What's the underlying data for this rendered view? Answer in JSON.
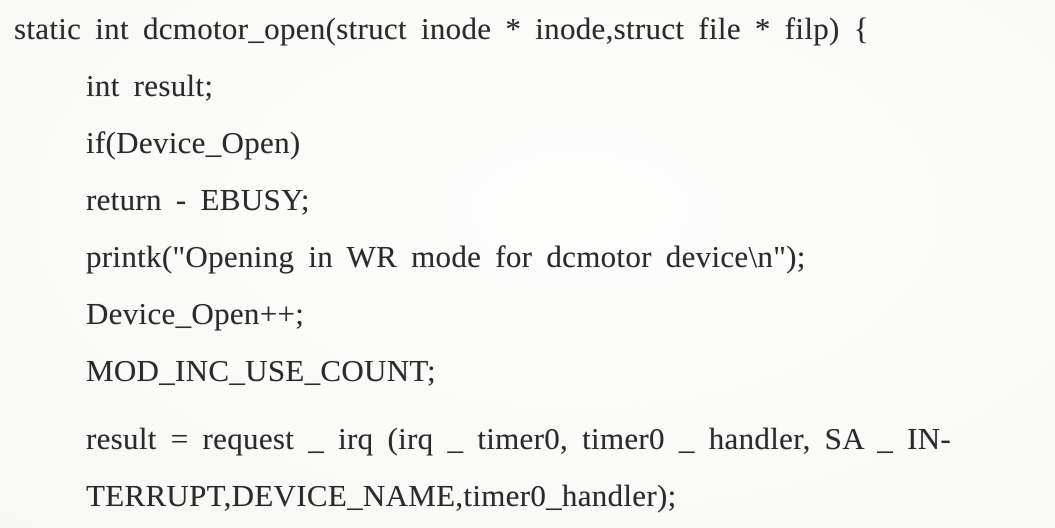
{
  "page": {
    "kind": "scanned code listing",
    "paper_color": "#fbfbf9",
    "ink_color": "#2b2b2b"
  },
  "code": {
    "lines": [
      "static int dcmotor_open(struct inode * inode,struct file * filp) {",
      "int result;",
      "if(Device_Open)",
      "return - EBUSY;",
      "printk(\"Opening in WR mode for dcmotor device\\n\");",
      "Device_Open++;",
      "MOD_INC_USE_COUNT;",
      "result = request _ irq (irq _ timer0, timer0 _ handler, SA _ IN-",
      "TERRUPT,DEVICE_NAME,timer0_handler);"
    ]
  }
}
